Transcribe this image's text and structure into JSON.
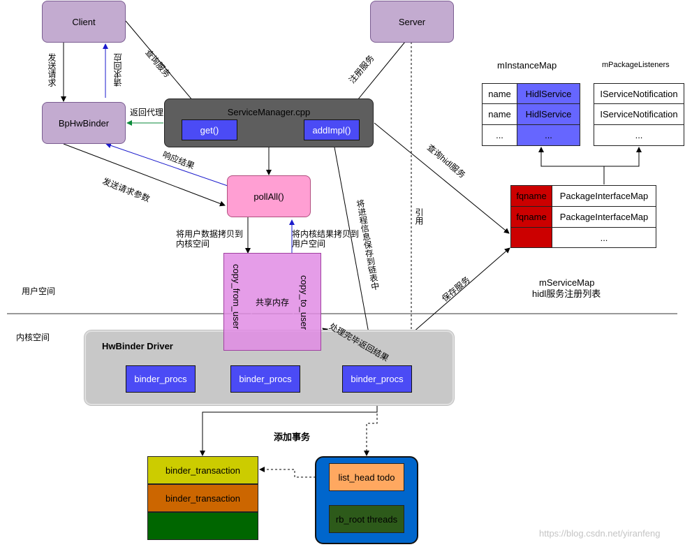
{
  "nodes": {
    "client": "Client",
    "server": "Server",
    "bphwbinder": "BpHwBinder",
    "service_manager": "ServiceManager.cpp",
    "get": "get()",
    "addimpl": "addImpl()",
    "pollall": "pollAll()",
    "copy_from_user": "copy_from_user",
    "copy_to_user": "copy_to_user",
    "shared_memory": "共享内存",
    "hwbinder_driver": "HwBinder Driver",
    "binder_procs": [
      "binder_procs",
      "binder_procs",
      "binder_procs"
    ],
    "binder_transaction": [
      "binder_transaction",
      "binder_transaction"
    ],
    "list_head_todo": "list_head todo",
    "rb_root_threads": "rb_root threads"
  },
  "edges": {
    "send_request": "发送请求",
    "request_response": "请求回应",
    "query_service": "查询服务",
    "register_service": "注册服务",
    "return_proxy": "返回代理",
    "response_result": "响应结果",
    "send_params": "发送请求参数",
    "copy_user_to_kernel": "将用户数据拷贝到\n内核空间",
    "copy_kernel_to_user": "将内核结果拷贝到\n用户空间",
    "save_to_list": "将进程信息保存到链表中",
    "reference": "引用",
    "query_hidl": "查询hidl服务",
    "save_service": "保存服务",
    "process_return": "处理完毕返回结果",
    "add_transaction": "添加事务"
  },
  "regions": {
    "user_space": "用户空间",
    "kernel_space": "内核空间"
  },
  "instance_map": {
    "title": "mInstanceMap",
    "rows": [
      {
        "key": "name",
        "value": "HidlService"
      },
      {
        "key": "name",
        "value": "HidlService"
      },
      {
        "key": "...",
        "value": "..."
      }
    ]
  },
  "package_listeners": {
    "title": "mPackageListeners",
    "rows": [
      "IServiceNotification",
      "IServiceNotification",
      "..."
    ]
  },
  "service_map": {
    "title": "mServiceMap",
    "subtitle": "hidl服务注册列表",
    "rows": [
      {
        "key": "fqname",
        "value": "PackageInterfaceMap"
      },
      {
        "key": "fqname",
        "value": "PackageInterfaceMap"
      },
      {
        "key": "",
        "value": "..."
      }
    ]
  },
  "watermark": "https://blog.csdn.net/yiranfeng",
  "colors": {
    "purple": "#c3abd0",
    "blue": "#4b4bf5",
    "gray_dark": "#5e5e5e",
    "pink": "#ff9fd3",
    "shared_mem": "#e79de9",
    "red": "#cc0000",
    "yellow": "#cccc00",
    "orange": "#cc6600",
    "green": "#006600",
    "blue_container": "#0066cc"
  }
}
